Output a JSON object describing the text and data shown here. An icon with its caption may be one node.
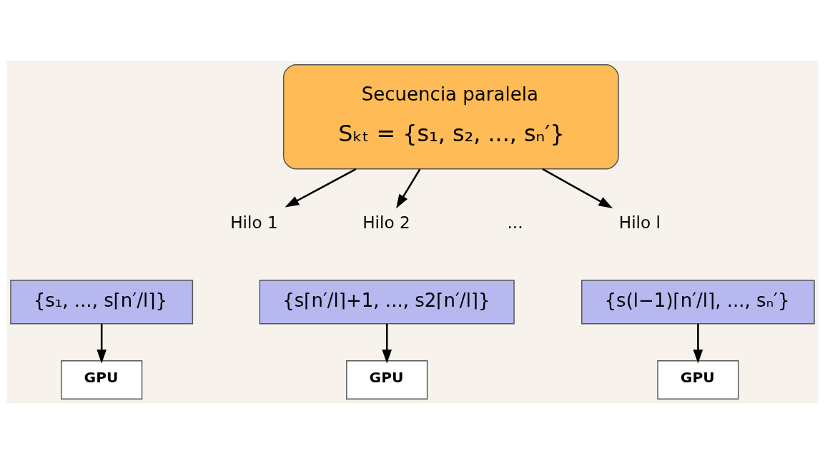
{
  "diagram": {
    "nodes": [
      {
        "text": [
          "Secuencia paralela",
          "Sₖₜ = {s₁, s₂, ..., sₙ′}"
        ]
      },
      {
        "text": [
          "Hilo 1"
        ]
      },
      {
        "text": [
          "Hilo 2"
        ]
      },
      {
        "text": [
          "Hilo l"
        ]
      },
      {
        "text": [
          "{s₁, ..., s⌈n′/l⌉}"
        ]
      },
      {
        "text": [
          "{s⌈n′/l⌉+1, ..., s2⌈n′/l⌉}"
        ]
      },
      {
        "text": [
          "{s(l−1)⌈n′/l⌉, ..., sₙ′}"
        ]
      },
      {
        "text": [
          "GPU"
        ]
      },
      {
        "text": [
          "GPU"
        ]
      },
      {
        "text": [
          "GPU"
        ]
      }
    ],
    "edges": [
      {
        "from": 0,
        "to": 1,
        "arrow": "to"
      },
      {
        "from": 0,
        "to": 2,
        "arrow": "to"
      },
      {
        "from": 0,
        "to": 3,
        "arrow": "to"
      },
      {
        "from": 4,
        "to": 7,
        "arrow": "to"
      },
      {
        "from": 5,
        "to": 8,
        "arrow": "to"
      },
      {
        "from": 6,
        "to": 9,
        "arrow": "to"
      }
    ],
    "labels": [
      "..."
    ]
  }
}
